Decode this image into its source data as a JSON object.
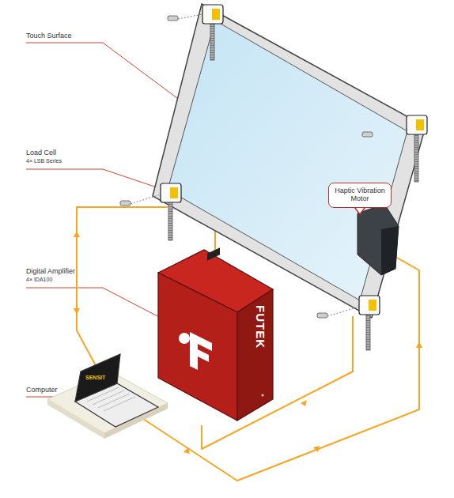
{
  "diagram": {
    "nodes": [
      {
        "text": [
          "Haptic Vibration Motor"
        ]
      }
    ],
    "labels": [
      "Touch Surface",
      "Load Cell",
      "4× LSB Series",
      "Digital Amplifier",
      "4× IDA100",
      "Computer",
      "FUTEK",
      "SENSIT"
    ]
  }
}
